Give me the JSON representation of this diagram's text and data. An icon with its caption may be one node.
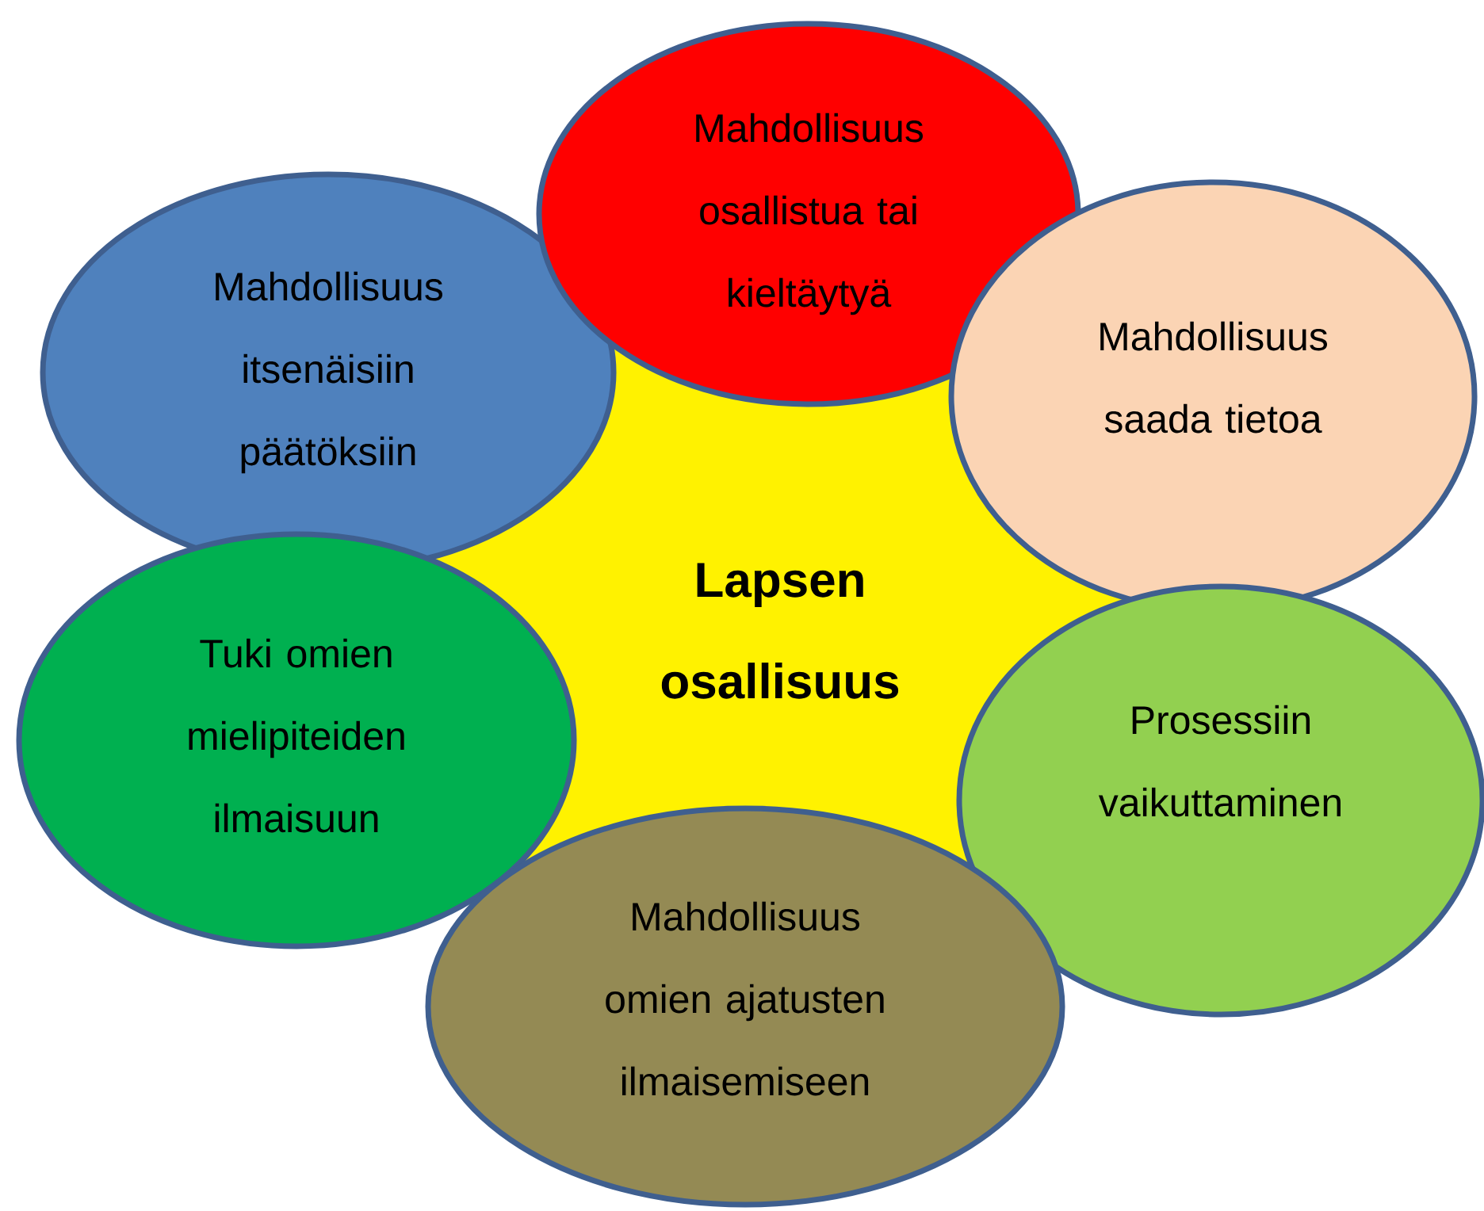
{
  "diagram": {
    "nodes": [
      {
        "text": [
          "Lapsen osallisuus"
        ]
      },
      {
        "text": [
          "Mahdollisuus osallistua tai kieltäytyä"
        ]
      },
      {
        "text": [
          "Mahdollisuus itsenäisiin päätöksiin"
        ]
      },
      {
        "text": [
          "Mahdollisuus saada tietoa"
        ]
      },
      {
        "text": [
          "Tuki omien mielipiteiden ilmaisuun"
        ]
      },
      {
        "text": [
          "Prosessiin vaikuttaminen"
        ]
      },
      {
        "text": [
          "Mahdollisuus omien ajatusten ilmaisemiseen"
        ]
      }
    ]
  }
}
